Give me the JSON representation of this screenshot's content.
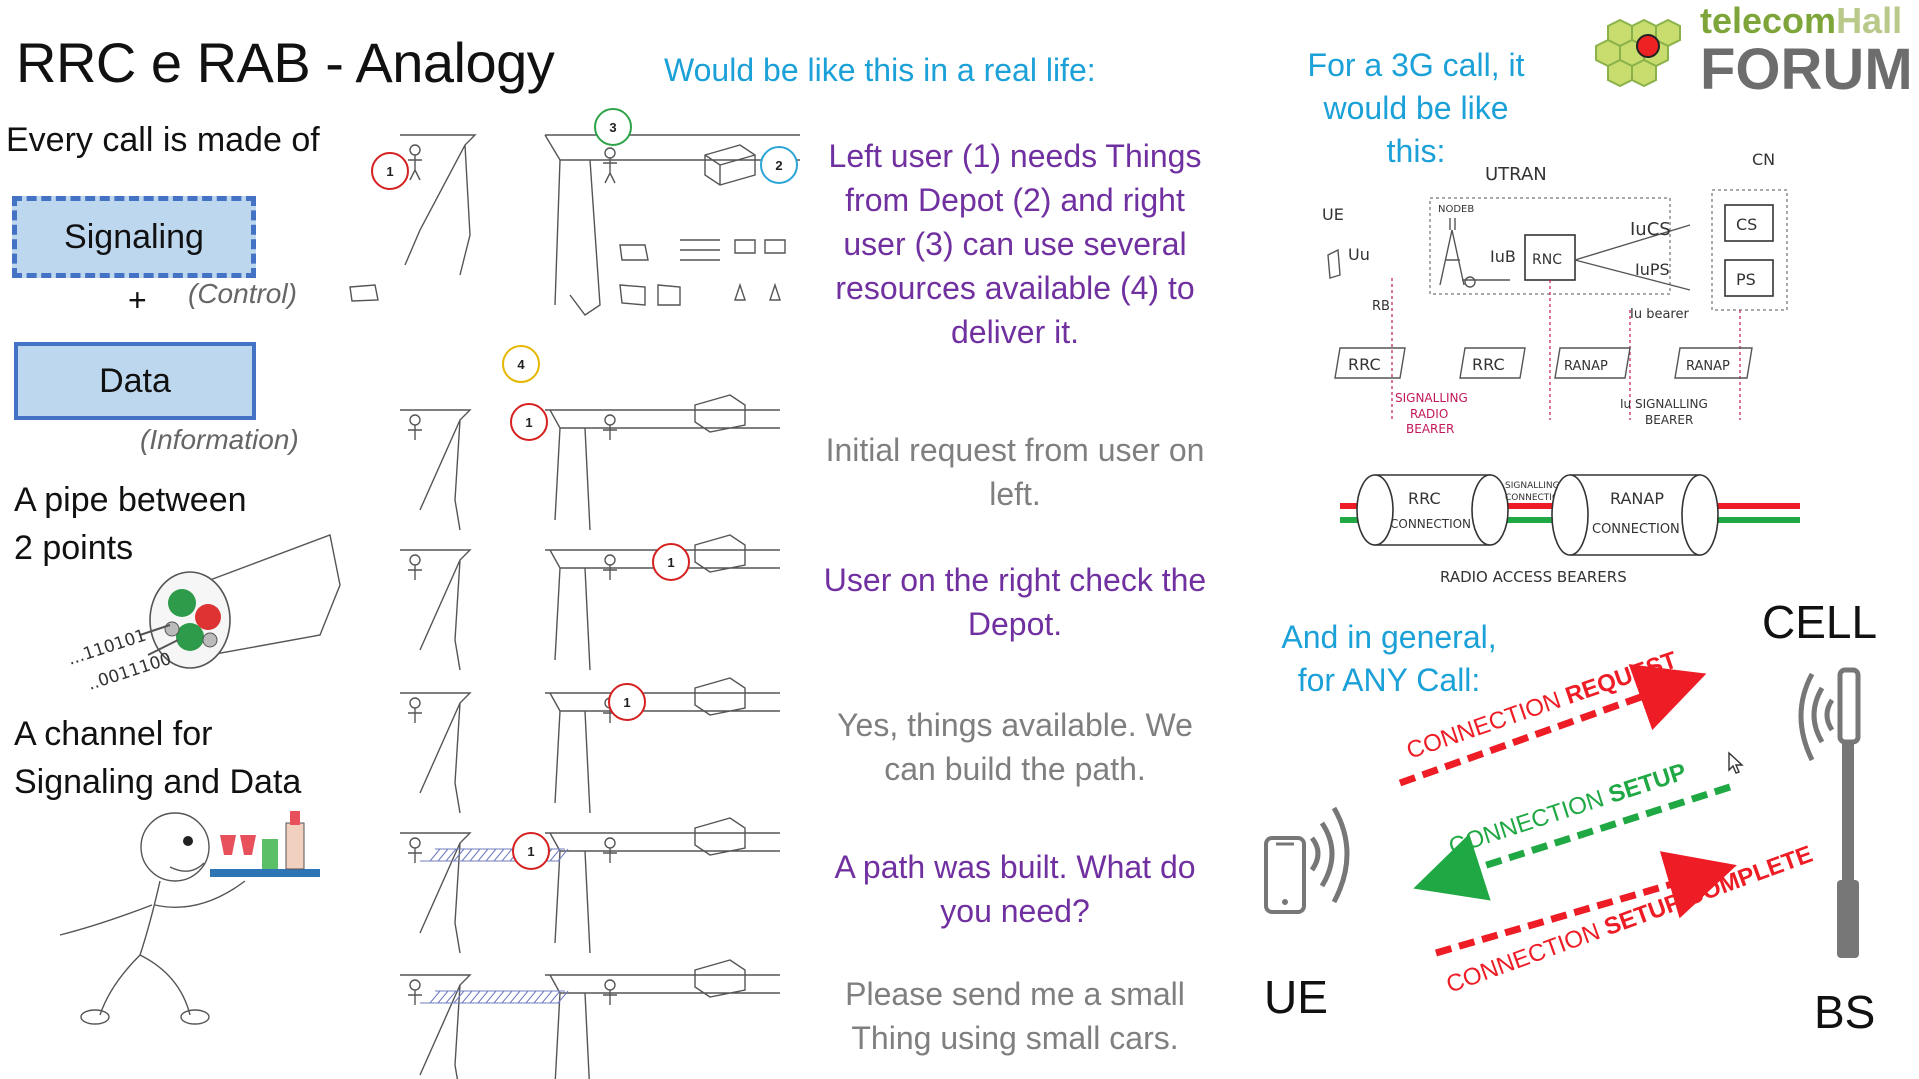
{
  "title": "RRC e RAB - Analogy",
  "left": {
    "intro": "Every call is made of",
    "signaling_label": "Signaling",
    "plus": "+",
    "control_label": "(Control)",
    "data_label": "Data",
    "information_label": "(Information)",
    "pipe_line1": "A pipe between",
    "pipe_line2": "2 points",
    "bits_line1": "...110101",
    "bits_line2": "..0011100",
    "channel_line1": "A channel for",
    "channel_line2": "Signaling and Data"
  },
  "middle": {
    "heading": "Would be like this in a real life:",
    "numbers": {
      "n1": "1",
      "n2": "2",
      "n3": "3",
      "n4": "4"
    },
    "captions": [
      "Left user (1) needs Things from Depot (2) and right user (3) can use several resources available (4) to deliver it.",
      "Initial request from user on left.",
      "User on the right check the Depot.",
      "Yes, things available. We can build the path.",
      "A path was built. What do you need?",
      "Please send me a small Thing using small cars."
    ]
  },
  "right": {
    "logo_top_a": "telecom",
    "logo_top_b": "Hall",
    "logo_bottom": "FORUM",
    "heading_3g": "For a 3G call, it would be like this:",
    "diagram": {
      "utran": "UTRAN",
      "cn": "CN",
      "ue": "UE",
      "nodeb": "NODEB",
      "uu": "Uu",
      "iub": "IuB",
      "rnc": "RNC",
      "iucs": "IuCS",
      "iups": "IuPS",
      "cs": "CS",
      "ps": "PS",
      "rb": "RB",
      "iu_bearer": "Iu bearer",
      "rrc1": "RRC",
      "rrc2": "RRC",
      "ranap1": "RANAP",
      "ranap2": "RANAP",
      "srb1": "SIGNALLING",
      "srb2": "RADIO",
      "srb3": "BEARER",
      "iusb1": "Iu SIGNALLING",
      "iusb2": "BEARER",
      "rrc_conn1": "RRC",
      "rrc_conn2": "CONNECTION",
      "sig_conn1": "SIGNALLING",
      "sig_conn2": "CONNECTION",
      "ranap_conn1": "RANAP",
      "ranap_conn2": "CONNECTION",
      "rab": "RADIO ACCESS BEARERS"
    },
    "general_heading": "And in general, for ANY Call:",
    "cell": "CELL",
    "ue": "UE",
    "bs": "BS",
    "req_a": "CONNECTION ",
    "req_b": "REQUEST",
    "setup_a": "CONNECTION ",
    "setup_b": "SETUP",
    "complete_a": "CONNECTION ",
    "complete_b": "SETUP COMPLETE",
    "colors": {
      "red": "#ee1c25",
      "green": "#1fa843",
      "cyan": "#1ba1d8",
      "purple": "#7030a0",
      "box_fill": "#bdd7ee",
      "box_border": "#4472c4"
    }
  }
}
